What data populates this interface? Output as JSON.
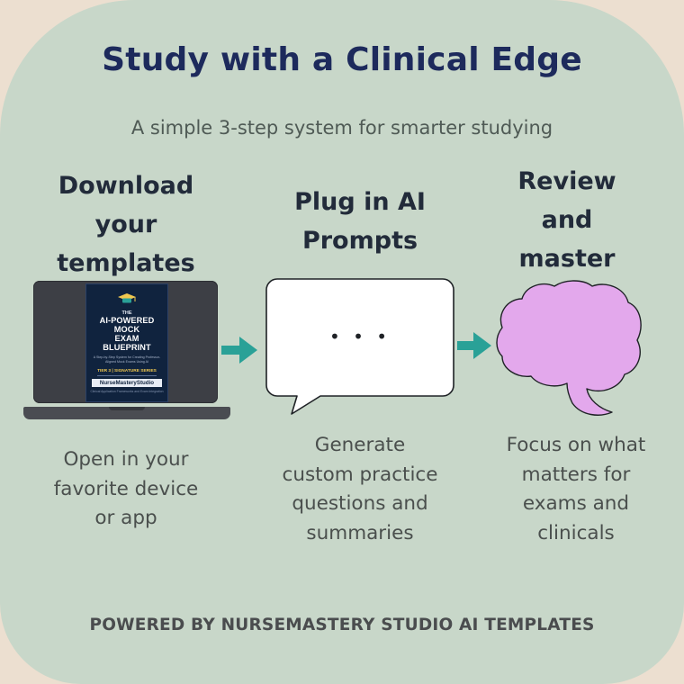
{
  "header": {
    "title": "Study with a Clinical Edge",
    "subtitle": "A simple 3-step system for smarter studying"
  },
  "steps": [
    {
      "title_lines": [
        "Download",
        "your",
        "templates"
      ],
      "description_lines": [
        "Open in your",
        "favorite device",
        "or app"
      ],
      "icon": "laptop-icon"
    },
    {
      "title_lines": [
        "Plug in AI",
        "Prompts"
      ],
      "description_lines": [
        "Generate",
        "custom practice",
        "questions and",
        "summaries"
      ],
      "icon": "chat-bubble-icon",
      "bubble_text": "• • •"
    },
    {
      "title_lines": [
        "Review",
        "and",
        "master"
      ],
      "description_lines": [
        "Focus on what",
        "matters for",
        "exams and",
        "clinicals"
      ],
      "icon": "brain-icon"
    }
  ],
  "cover": {
    "the": "THE",
    "lines": [
      "AI-POWERED",
      "MOCK",
      "EXAM",
      "BLUEPRINT"
    ],
    "tagline": "A Step-by-Step System for Creating Professor-Aligned Mock Exams Using AI",
    "tier": "TIER 3 | SIGNATURE SERIES",
    "brand": "NurseMasteryStudio",
    "footnote": "Clinical Application Frameworks and Exam Integration"
  },
  "footer": {
    "text": "POWERED BY NURSEMASTERY STUDIO AI TEMPLATES"
  },
  "colors": {
    "background": "#ecdfd0",
    "panel": "#c8d7c9",
    "title": "#1d2a5c",
    "arrow": "#2aa197",
    "brain": "#e3a8ec"
  }
}
